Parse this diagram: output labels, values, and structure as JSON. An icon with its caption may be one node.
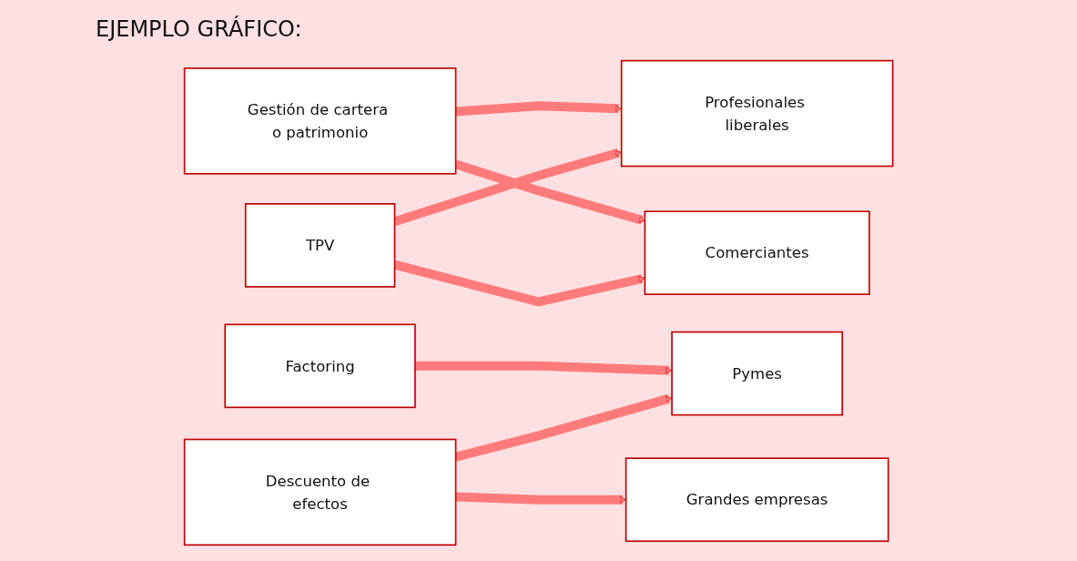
{
  "diagram": {
    "title": "EJEMPLO GRÁFICO:",
    "nodes": [
      {
        "text": [
          "Gestión de cartera o patrimonio"
        ]
      },
      {
        "text": [
          "Profesionales liberales"
        ]
      },
      {
        "text": [
          "TPV"
        ]
      },
      {
        "text": [
          "Comerciantes"
        ]
      },
      {
        "text": [
          "Factoring"
        ]
      },
      {
        "text": [
          "Pymes"
        ]
      },
      {
        "text": [
          "Descuento de efectos"
        ]
      },
      {
        "text": [
          "Grandes empresas"
        ]
      }
    ],
    "edges": [
      {
        "from": 0,
        "to": 1,
        "arrow": "to"
      },
      {
        "from": 0,
        "to": 3,
        "arrow": "to"
      },
      {
        "from": 2,
        "to": 1,
        "arrow": "to"
      },
      {
        "from": 2,
        "to": 3,
        "arrow": "to"
      },
      {
        "from": 4,
        "to": 5,
        "arrow": "to"
      },
      {
        "from": 6,
        "to": 5,
        "arrow": "to"
      },
      {
        "from": 6,
        "to": 7,
        "arrow": "to"
      }
    ]
  }
}
